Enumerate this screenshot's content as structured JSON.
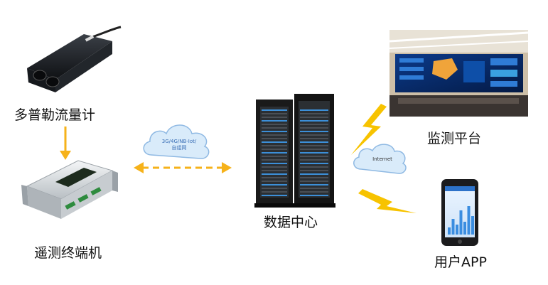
{
  "nodes": {
    "doppler": {
      "label": "多普勒流量计"
    },
    "rtu": {
      "label": "遥测终端机"
    },
    "datacenter": {
      "label": "数据中心"
    },
    "monitor": {
      "label": "监测平台"
    },
    "app": {
      "label": "用户APP"
    }
  },
  "cloud_network": {
    "line1": "3G/4G/NB-Iot/",
    "line2": "自组网"
  },
  "cloud_internet": {
    "label": "Internet"
  },
  "colors": {
    "arrow": "#f6b21a",
    "lightning": "#f7c300",
    "cloud_fill": "#d9ebfa",
    "cloud_stroke": "#8fb9e3",
    "rack": "#1a1a1a"
  }
}
